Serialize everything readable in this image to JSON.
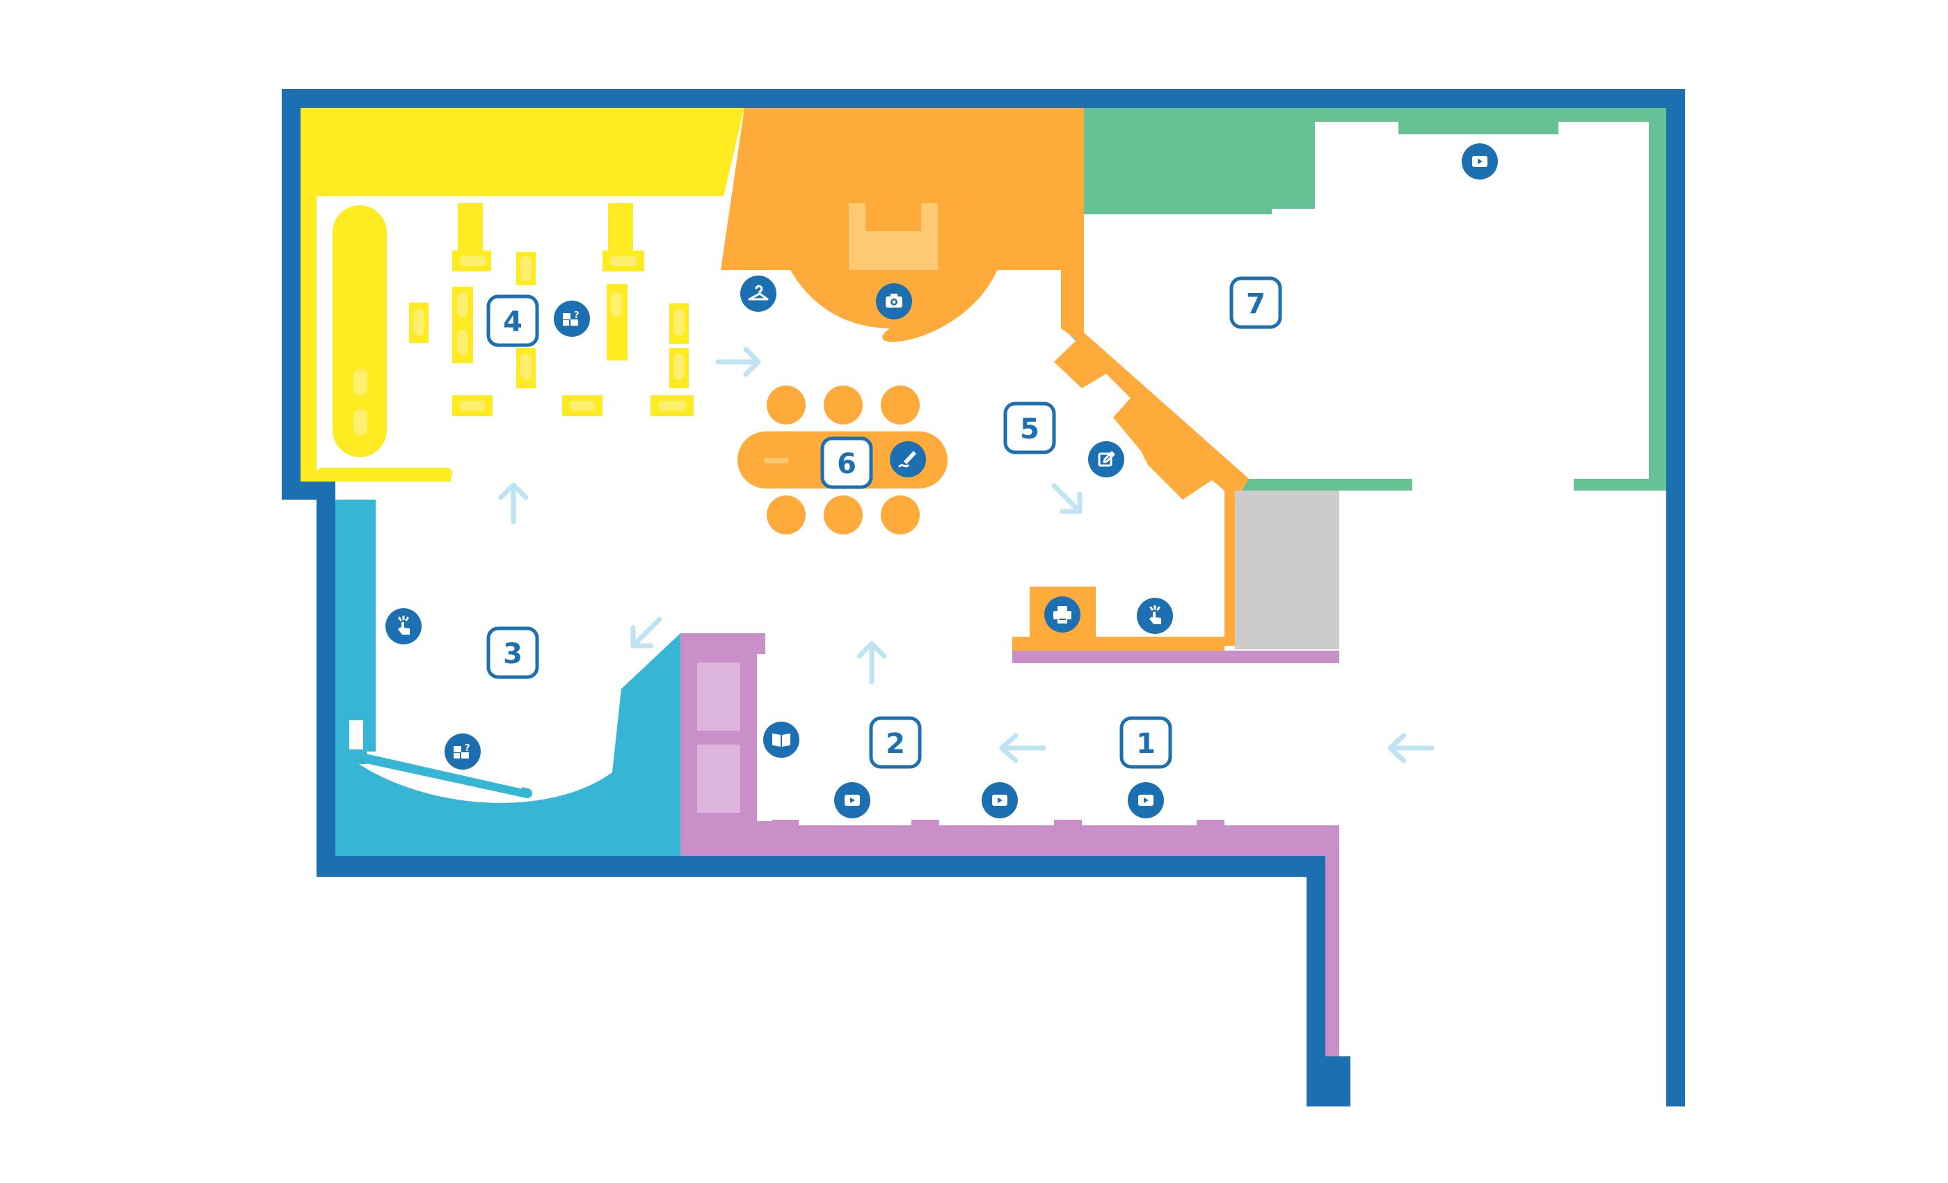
{
  "colors": {
    "wall": "#1c6fb0",
    "zone_yellow": "#ffeb21",
    "zone_yellow_light": "#ffef6e",
    "zone_orange": "#ffab3c",
    "zone_orange_light": "#ffc873",
    "zone_green": "#66c195",
    "zone_cyan": "#36b5d4",
    "zone_purple": "#c98fc8",
    "zone_purple_light": "#ddb5dc",
    "zone_gray": "#cccccc",
    "arrow": "#bfe3f2",
    "icon_bg": "#1c6fb0"
  },
  "zones": [
    {
      "id": "zone-1",
      "label": "1"
    },
    {
      "id": "zone-2",
      "label": "2"
    },
    {
      "id": "zone-3",
      "label": "3"
    },
    {
      "id": "zone-4",
      "label": "4"
    },
    {
      "id": "zone-5",
      "label": "5"
    },
    {
      "id": "zone-6",
      "label": "6"
    },
    {
      "id": "zone-7",
      "label": "7"
    }
  ],
  "icons": {
    "video": "video-play-icon",
    "camera": "camera-icon",
    "hanger": "coat-hanger-icon",
    "puzzle": "puzzle-question-icon",
    "touch": "touch-hand-icon",
    "edit": "edit-note-icon",
    "draw": "drawing-pen-icon",
    "print": "printer-icon",
    "book": "open-book-icon"
  }
}
